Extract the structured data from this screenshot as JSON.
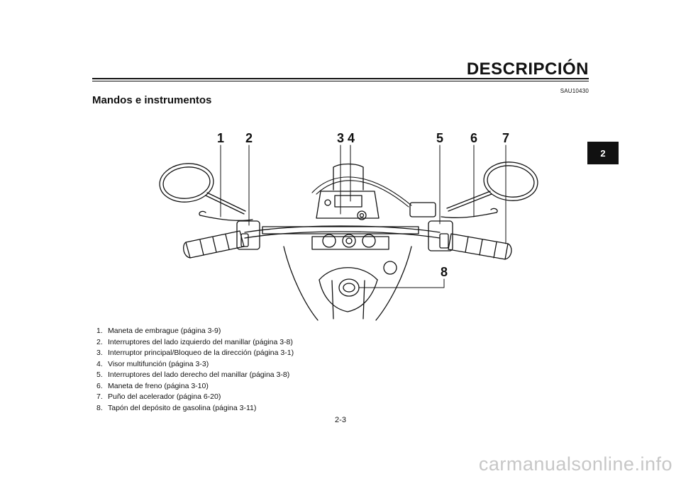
{
  "header": {
    "title": "DESCRIPCIÓN",
    "code": "SAU10430"
  },
  "section": {
    "title": "Mandos e instrumentos"
  },
  "chapter_tab": "2",
  "callouts": [
    "1",
    "2",
    "3",
    "4",
    "5",
    "6",
    "7",
    "8"
  ],
  "legend": [
    {
      "num": "1.",
      "text": "Maneta de embrague (página 3-9)"
    },
    {
      "num": "2.",
      "text": "Interruptores del lado izquierdo del manillar (página 3-8)"
    },
    {
      "num": "3.",
      "text": "Interruptor principal/Bloqueo de la dirección (página 3-1)"
    },
    {
      "num": "4.",
      "text": "Visor multifunción (página 3-3)"
    },
    {
      "num": "5.",
      "text": "Interruptores del lado derecho del manillar (página 3-8)"
    },
    {
      "num": "6.",
      "text": "Maneta de freno (página 3-10)"
    },
    {
      "num": "7.",
      "text": "Puño del acelerador (página 6-20)"
    },
    {
      "num": "8.",
      "text": "Tapón del depósito de gasolina (página 3-11)"
    }
  ],
  "page_number": "2-3",
  "watermark": "carmanualsonline.info"
}
